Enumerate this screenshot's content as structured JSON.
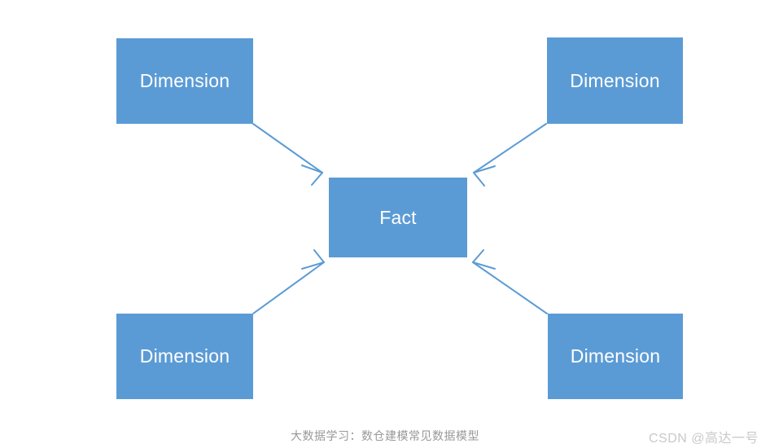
{
  "diagram": {
    "type": "star-schema",
    "background_color": "#ffffff",
    "node_fill_color": "#5B9BD5",
    "node_text_color": "#ffffff",
    "connector_color": "#5B9BD5",
    "nodes": [
      {
        "id": "dim-top-left",
        "label": "Dimension",
        "role": "dimension"
      },
      {
        "id": "dim-top-right",
        "label": "Dimension",
        "role": "dimension"
      },
      {
        "id": "fact-center",
        "label": "Fact",
        "role": "fact"
      },
      {
        "id": "dim-bottom-left",
        "label": "Dimension",
        "role": "dimension"
      },
      {
        "id": "dim-bottom-right",
        "label": "Dimension",
        "role": "dimension"
      }
    ],
    "connectors": [
      {
        "id": "arrow-tl-to-fact",
        "from": "dim-top-left",
        "to": "fact-center",
        "direction": "to-fact",
        "arrowhead": "open"
      },
      {
        "id": "arrow-tr-to-fact",
        "from": "dim-top-right",
        "to": "fact-center",
        "direction": "to-fact",
        "arrowhead": "open"
      },
      {
        "id": "arrow-bl-to-fact",
        "from": "dim-bottom-left",
        "to": "fact-center",
        "direction": "to-fact",
        "arrowhead": "open"
      },
      {
        "id": "arrow-br-to-fact",
        "from": "dim-bottom-right",
        "to": "fact-center",
        "direction": "to-fact",
        "arrowhead": "open"
      }
    ]
  },
  "caption": {
    "text": "大数据学习：数仓建模常见数据模型",
    "color": "#999999"
  },
  "watermark": {
    "text": "CSDN @高达一号",
    "color": "#c9c9c9"
  }
}
